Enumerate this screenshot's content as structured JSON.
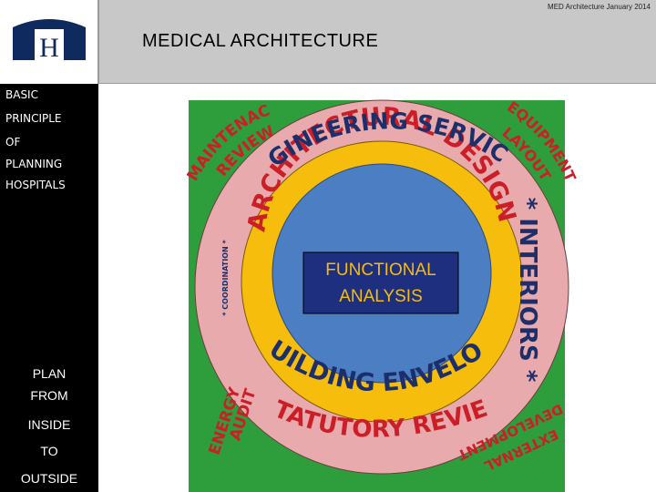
{
  "header": {
    "meta": "MED Architecture January 2014",
    "title": "MEDICAL ARCHITECTURE",
    "logo_letter": "H"
  },
  "sidebar": {
    "top_lines": [
      "BASIC",
      "PRINCIPLE",
      "OF",
      "PLANNING",
      "HOSPITALS"
    ],
    "bottom_lines": [
      "PLAN",
      "FROM",
      "INSIDE",
      "TO",
      "OUTSIDE"
    ]
  },
  "diagram": {
    "center_lines": [
      "FUNCTIONAL",
      "ANALYSIS"
    ],
    "architectural_design": "ARCHITECTURAL DESIGN",
    "engineering_services": "ENGINEERING SERVICES",
    "building_envelope": "BUILDING ENVELOPE",
    "statutory_review": "STATUTORY REVIEW",
    "maintenance_review": [
      "MAINTENACE",
      "REVIEW"
    ],
    "equipment_layout": [
      "EQUIPMENT",
      "LAYOUT"
    ],
    "interiors": "* INTERIORS *",
    "energy_audit": [
      "ENERGY",
      "AUDIT"
    ],
    "external_development": [
      "DEVELOPMENT",
      "EXTERNAL"
    ],
    "coordination": "* COORDINATION *"
  },
  "colors": {
    "outer_square": "#2e9e3c",
    "pink_ring": "#e8aaad",
    "yellow_ring": "#f6bd0c",
    "inner_circle": "#4b7ec2",
    "center_box": "#1d2f7e",
    "ring_text": "#cc1e26",
    "navy_text": "#1c2f6b"
  }
}
